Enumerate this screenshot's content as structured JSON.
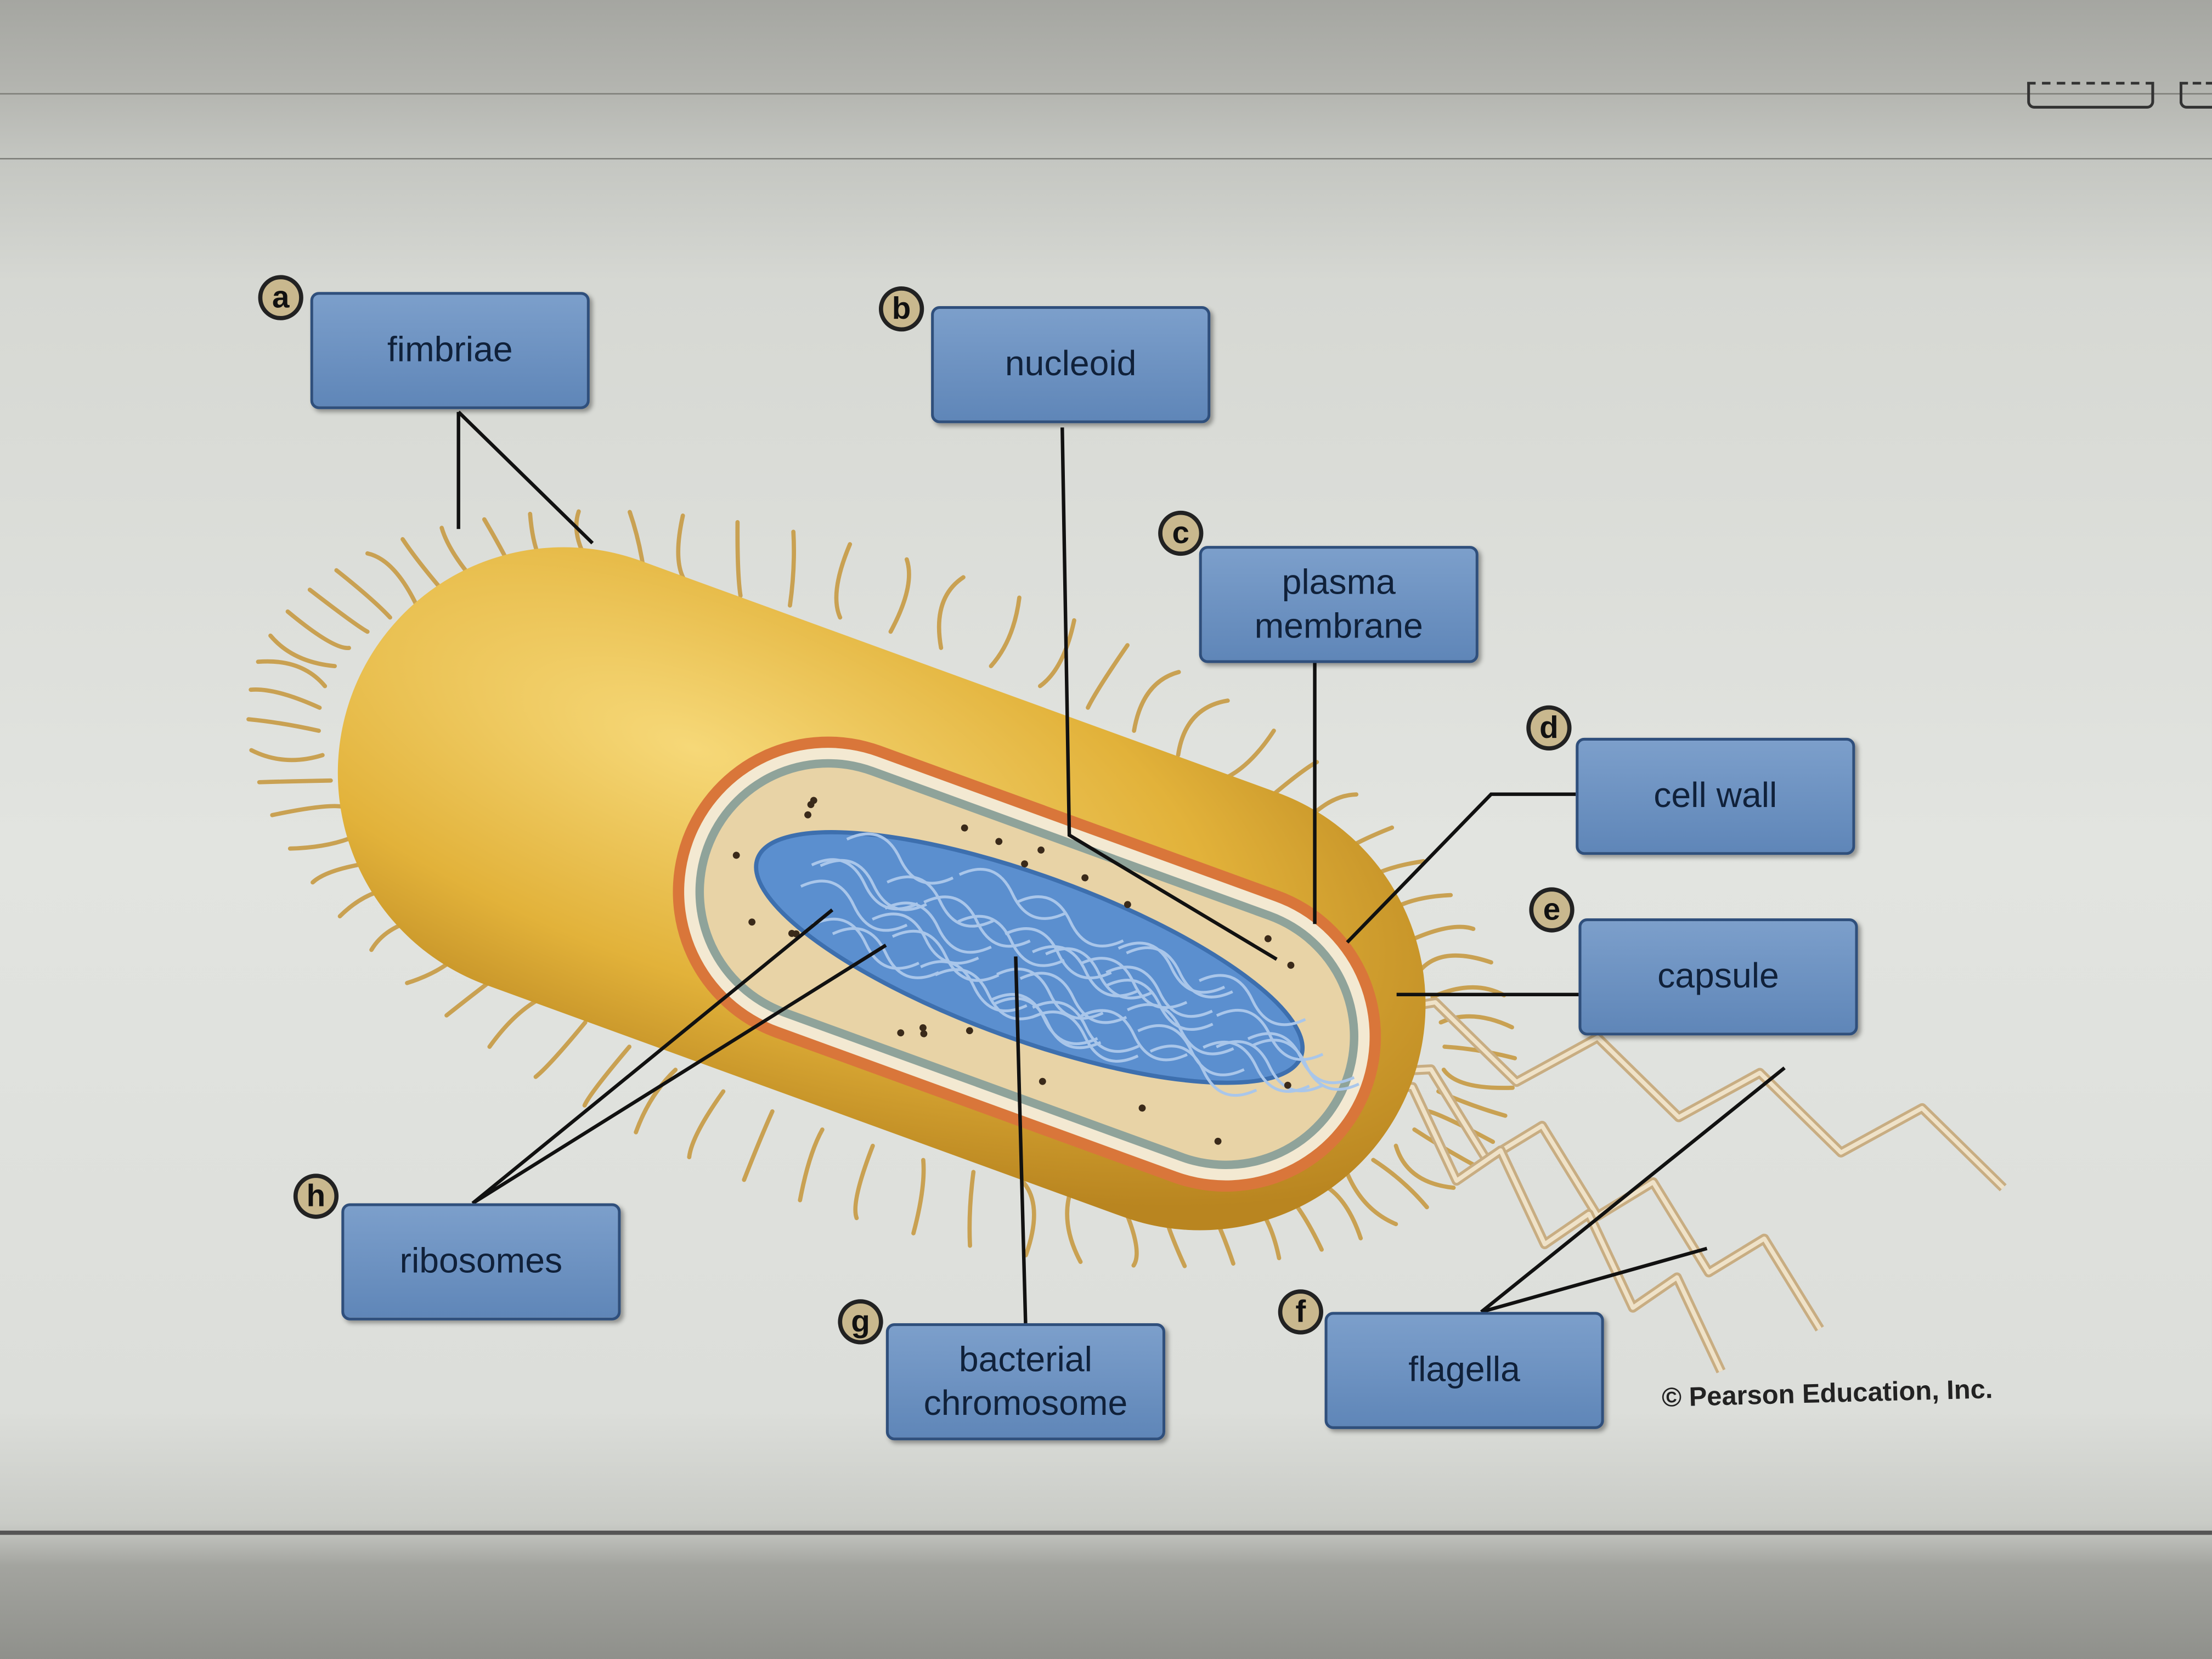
{
  "labels": [
    {
      "id": "a",
      "letter": "a",
      "text": "fimbriae"
    },
    {
      "id": "b",
      "letter": "b",
      "text": "nucleoid"
    },
    {
      "id": "c",
      "letter": "c",
      "text": "plasma membrane"
    },
    {
      "id": "d",
      "letter": "d",
      "text": "cell wall"
    },
    {
      "id": "e",
      "letter": "e",
      "text": "capsule"
    },
    {
      "id": "f",
      "letter": "f",
      "text": "flagella"
    },
    {
      "id": "g",
      "letter": "g",
      "text": "bacterial chromosome"
    },
    {
      "id": "h",
      "letter": "h",
      "text": "ribosomes"
    }
  ],
  "copyright": "© Pearson Education, Inc.",
  "colors": {
    "label_fill": "#6b8fc0",
    "capsule": "#e2b33c",
    "cell_wall": "#d9763a",
    "nucleoid": "#5b8fcf",
    "cytoplasm": "#e8d3a6"
  }
}
